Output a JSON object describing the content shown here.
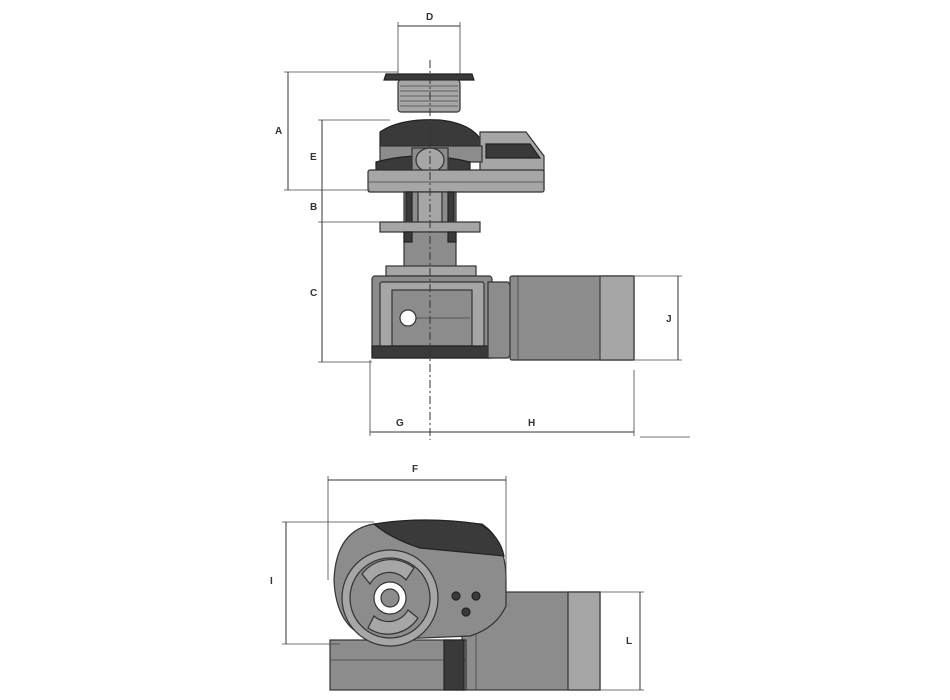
{
  "dimensions": {
    "A": "A",
    "B": "B",
    "C": "C",
    "D": "D",
    "E": "E",
    "F": "F",
    "G": "G",
    "H": "H",
    "I": "I",
    "J": "J",
    "L": "L"
  },
  "colors": {
    "body": "#8c8c8c",
    "dark": "#3a3a3a",
    "light": "#a6a6a6",
    "line": "#333333"
  }
}
